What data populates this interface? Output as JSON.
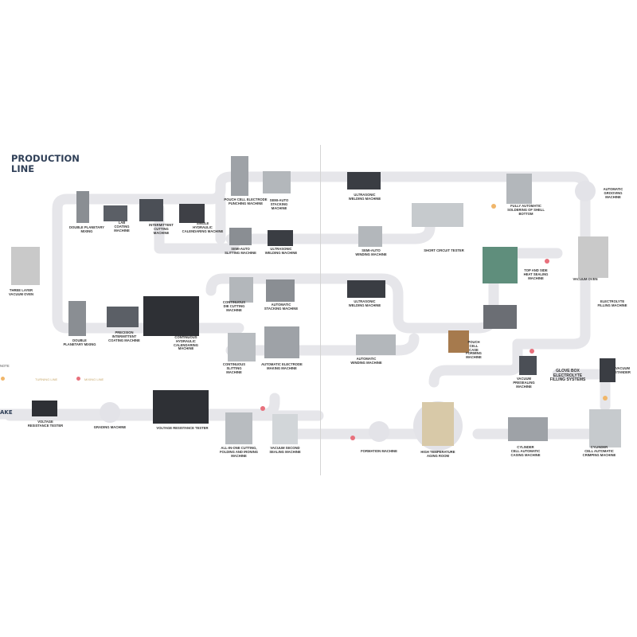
{
  "title": "PRODUCTION\nLINE",
  "side_text": "AKE",
  "note": "NOTE",
  "legend": {
    "a": "TURNING LINE",
    "b": "MIXING LINE"
  },
  "colors": {
    "path": "#e6e6ea",
    "machine": "#8a8e93",
    "orange": "#f0b66a",
    "pink": "#e8707c",
    "title": "#2f3f57"
  },
  "labels": {
    "three_layer": "THREE LAYER\nVACUUM OVEN",
    "double_planetary_top": "DOUBLE PLANETARY\nMIXING",
    "lab_coating": "LAB\nCOATING\nMACHINE",
    "intermittent_cutting": "INTERMITTENT\nCUTTING\nMACHINE",
    "single_calendaring": "SINGLE\nHYDRAULIC\nCALENDARING MACHINE",
    "pouch_punching": "POUCH CELL ELECTRODE\nPUNCHING MACHINE",
    "semi_stacking": "SEMI-AUTO\nSTACKING\nMACHINE",
    "semi_slitting": "SEMI-AUTO\nSLITTING MACHINE",
    "ultrasonic_welding_1": "ULTRASONIC\nWELDING MACHINE",
    "double_planetary_bottom": "DOUBLE\nPLANETARY MIXING",
    "precision_coating": "PRECISION\nINTERMITTENT\nCOATING MACHINE",
    "continuous_calendaring": "CONTINUOUS\nHYDRAULIC\nCALENDARING\nMACHINE",
    "die_cutting": "CONTINUOUS\nDIE CUTTING\nMACHINE",
    "auto_stacking": "AUTOMATIC\nSTACKING MACHINE",
    "continuous_slitting": "CONTINUOUS\nSLITTING\nMACHINE",
    "auto_electrode": "AUTOMATIC ELECTRODE\nMAKING MACHINE",
    "ultrasonic_welding_r1": "ULTRASONIC\nWELDING MACHINE",
    "semi_winding": "SEMI-AUTO\nWINDING MACHINE",
    "short_circuit": "SHORT CIRCUIT TESTER",
    "fully_soldering": "FULLY AUTOMATIC\nSOLDERING OF SHELL\nBOTTOM",
    "auto_grooving": "AUTOMATIC\nGROOVING\nMACHINE",
    "ultrasonic_welding_r2": "ULTRASONIC\nWELDING MACHINE",
    "top_side_sealing": "TOP AND SIDE\nHEAT SEALING\nMACHINE",
    "vacuum_oven": "VACUUM OVEN",
    "electrolyte_filling": "ELECTROLYTE\nFILLING MACHINE",
    "auto_winding": "AUTOMATIC\nWINDING MACHINE",
    "pouch_forming": "POUCH\nCELL\nCASE\nFORMING\nMACHINE",
    "vacuum_presealing": "VACUUM\nPRESEALING\nMACHINE",
    "glove_box": "GLOVE BOX\nELECTROLYTE\nFILLING SYSTEMS",
    "vacuum_stander": "VACUUM\nSTANDER",
    "voltage_tester_small": "VOLTAGE\nRESISTANCE TESTER",
    "grading": "GRADING MACHINE",
    "voltage_tester_big": "VOLTAGE RESISTANCE TESTER",
    "all_in_one": "ALL-IN-ONE CUTTING,\nFOLDING AND IRONING\nMACHINE",
    "vacuum_second": "VACUUM SECOND\nSEALING MACHINE",
    "formation": "FORMATION MACHINE",
    "aging_room": "HIGH TEMPERATURE\nAGING ROOM",
    "casing": "CYLINDER\nCELL AUTOMATIC\nCASING MACHINE",
    "crimping": "CYLINDER\nCELL AUTOMATIC\nCRIMPING MACHINE"
  }
}
